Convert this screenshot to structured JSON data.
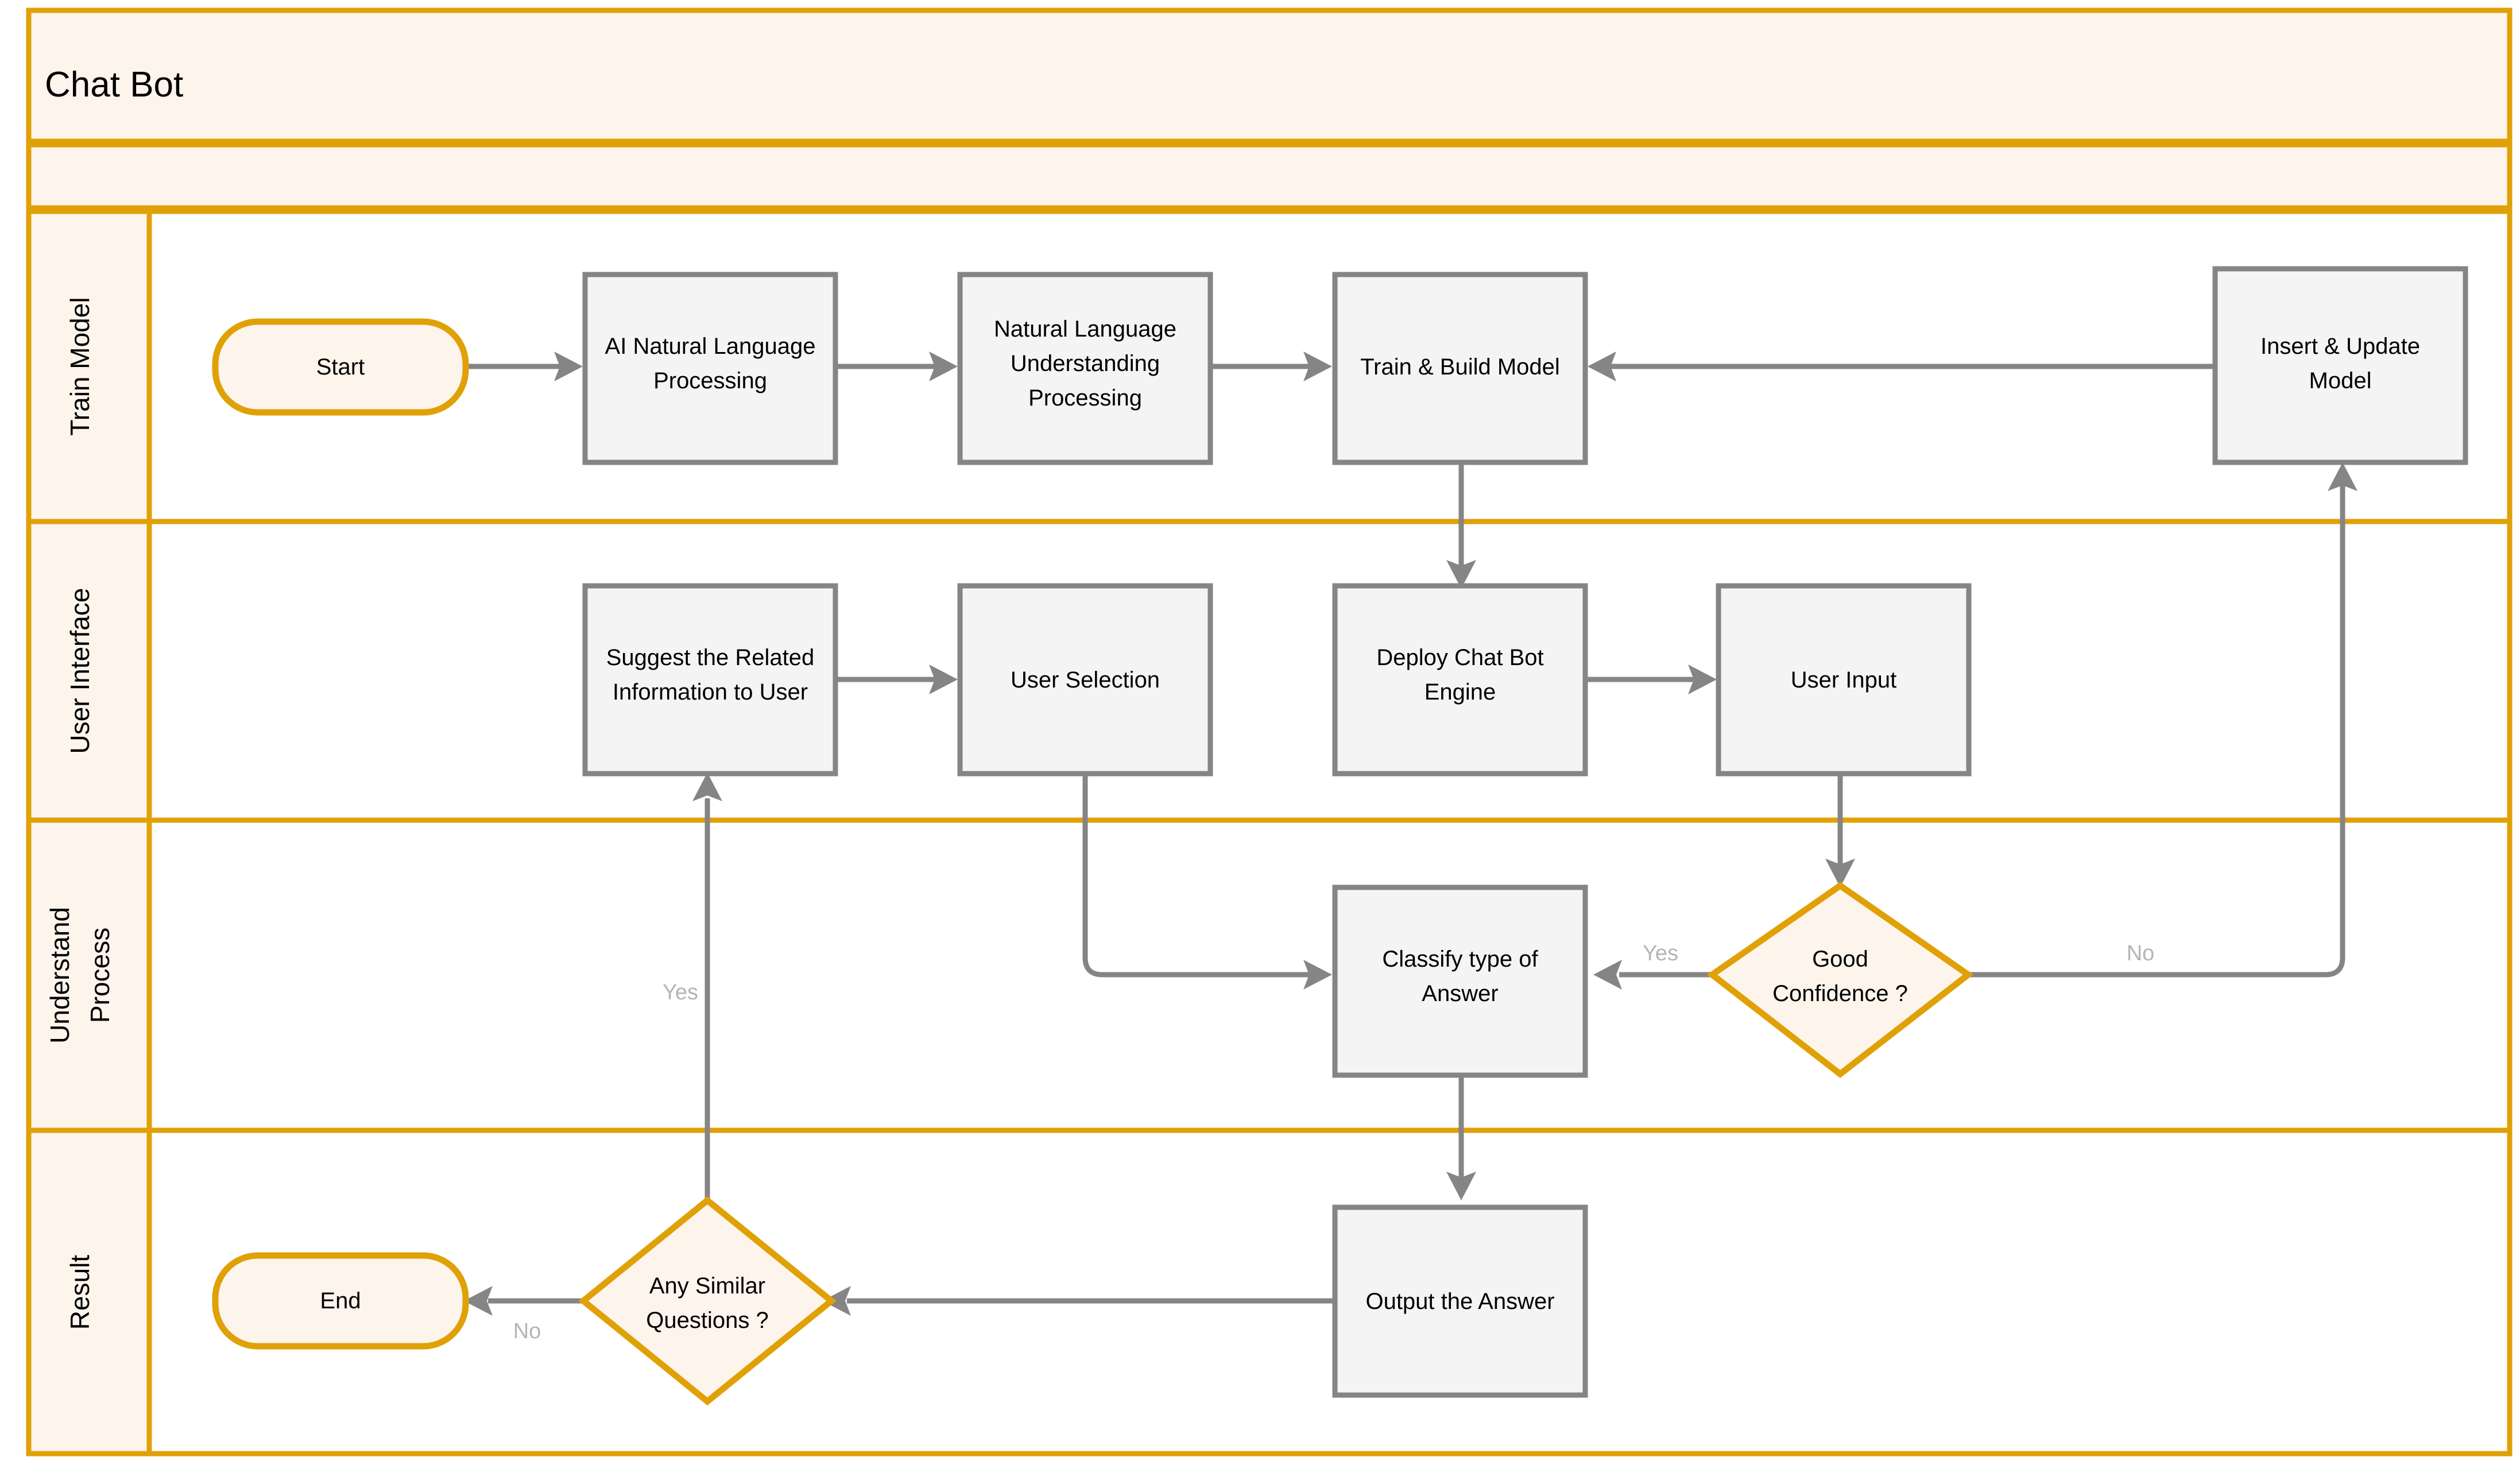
{
  "diagram": {
    "title": "Chat Bot",
    "type": "flowchart-swimlane",
    "colors": {
      "lane_border": "#E0A106",
      "lane_fill": "#FDF4EC",
      "process_fill": "#F4F4F4",
      "process_border": "#858585",
      "edge": "#858585",
      "edge_label": "#B5B5B5"
    },
    "lanes": [
      {
        "id": "train-model",
        "label": "Train Model"
      },
      {
        "id": "user-interface",
        "label": "User Interface"
      },
      {
        "id": "understand-process",
        "label": "Understand Process",
        "label_line1": "Understand",
        "label_line2": "Process"
      },
      {
        "id": "result",
        "label": "Result"
      }
    ],
    "nodes": [
      {
        "id": "start",
        "lane": "train-model",
        "shape": "terminator",
        "label": "Start"
      },
      {
        "id": "ai-nlp",
        "lane": "train-model",
        "shape": "process",
        "label": "AI Natural Language Processing",
        "line1": "AI Natural Language",
        "line2": "Processing"
      },
      {
        "id": "nlu",
        "lane": "train-model",
        "shape": "process",
        "label": "Natural Language Understanding Processing",
        "line1": "Natural Language",
        "line2": "Understanding",
        "line3": "Processing"
      },
      {
        "id": "train-build",
        "lane": "train-model",
        "shape": "process",
        "label": "Train & Build Model",
        "line1": "Train & Build Model"
      },
      {
        "id": "insert-update",
        "lane": "train-model",
        "shape": "process",
        "label": "Insert & Update Model",
        "line1": "Insert & Update",
        "line2": "Model"
      },
      {
        "id": "suggest",
        "lane": "user-interface",
        "shape": "process",
        "label": "Suggest the Related Information to User",
        "line1": "Suggest the Related",
        "line2": "Information to User"
      },
      {
        "id": "user-select",
        "lane": "user-interface",
        "shape": "process",
        "label": "User Selection",
        "line1": "User Selection"
      },
      {
        "id": "deploy",
        "lane": "user-interface",
        "shape": "process",
        "label": "Deploy Chat Bot Engine",
        "line1": "Deploy Chat Bot",
        "line2": "Engine"
      },
      {
        "id": "user-input",
        "lane": "user-interface",
        "shape": "process",
        "label": "User Input",
        "line1": "User Input"
      },
      {
        "id": "classify",
        "lane": "understand-process",
        "shape": "process",
        "label": "Classify type of Answer",
        "line1": "Classify type of",
        "line2": "Answer"
      },
      {
        "id": "good-conf",
        "lane": "understand-process",
        "shape": "decision",
        "label": "Good Confidence ?",
        "line1": "Good",
        "line2": "Confidence ?"
      },
      {
        "id": "end",
        "lane": "result",
        "shape": "terminator",
        "label": "End"
      },
      {
        "id": "any-similar",
        "lane": "result",
        "shape": "decision",
        "label": "Any Similar Questions ?",
        "line1": "Any Similar",
        "line2": "Questions ?"
      },
      {
        "id": "output",
        "lane": "result",
        "shape": "process",
        "label": "Output the Answer",
        "line1": "Output the Answer"
      }
    ],
    "edges": [
      {
        "id": "e-start-ainlp",
        "from": "start",
        "to": "ai-nlp",
        "label": ""
      },
      {
        "id": "e-ainlp-nlu",
        "from": "ai-nlp",
        "to": "nlu",
        "label": ""
      },
      {
        "id": "e-nlu-train",
        "from": "nlu",
        "to": "train-build",
        "label": ""
      },
      {
        "id": "e-insert-train",
        "from": "insert-update",
        "to": "train-build",
        "label": ""
      },
      {
        "id": "e-train-deploy",
        "from": "train-build",
        "to": "deploy",
        "label": ""
      },
      {
        "id": "e-deploy-userinput",
        "from": "deploy",
        "to": "user-input",
        "label": ""
      },
      {
        "id": "e-userinput-goodconf",
        "from": "user-input",
        "to": "good-conf",
        "label": ""
      },
      {
        "id": "e-goodconf-classify",
        "from": "good-conf",
        "to": "classify",
        "label": "Yes"
      },
      {
        "id": "e-goodconf-insertupdate",
        "from": "good-conf",
        "to": "insert-update",
        "label": "No"
      },
      {
        "id": "e-classify-output",
        "from": "classify",
        "to": "output",
        "label": ""
      },
      {
        "id": "e-output-anysimilar",
        "from": "output",
        "to": "any-similar",
        "label": ""
      },
      {
        "id": "e-anysimilar-end",
        "from": "any-similar",
        "to": "end",
        "label": "No"
      },
      {
        "id": "e-anysimilar-suggest",
        "from": "any-similar",
        "to": "suggest",
        "label": "Yes"
      },
      {
        "id": "e-suggest-userselect",
        "from": "suggest",
        "to": "user-select",
        "label": ""
      },
      {
        "id": "e-userselect-classify",
        "from": "user-select",
        "to": "classify",
        "label": ""
      }
    ]
  }
}
